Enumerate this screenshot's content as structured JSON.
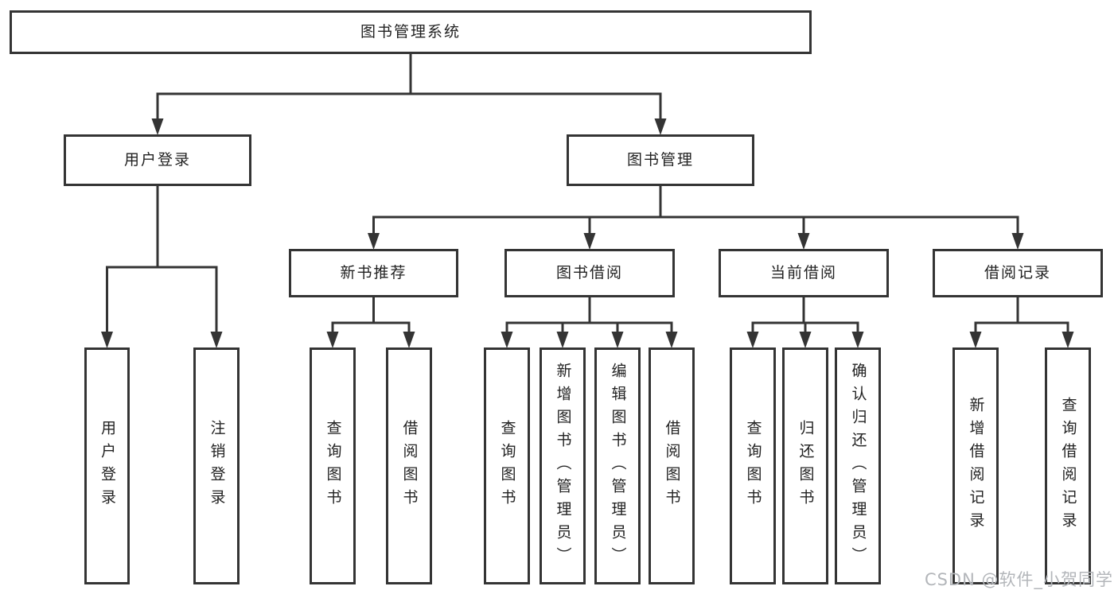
{
  "diagram": {
    "tree": {
      "id": "root",
      "label": "图书管理系统",
      "children": [
        {
          "id": "user-login-branch",
          "label": "用户登录",
          "children": [
            {
              "id": "login",
              "label": "用户登录",
              "orientation": "vertical"
            },
            {
              "id": "logout",
              "label": "注销登录",
              "orientation": "vertical"
            }
          ]
        },
        {
          "id": "book-mgmt",
          "label": "图书管理",
          "children": [
            {
              "id": "new-book-rec",
              "label": "新书推荐",
              "children": [
                {
                  "id": "nbr-query",
                  "label": "查询图书",
                  "orientation": "vertical"
                },
                {
                  "id": "nbr-borrow",
                  "label": "借阅图书",
                  "orientation": "vertical"
                }
              ]
            },
            {
              "id": "book-borrow",
              "label": "图书借阅",
              "children": [
                {
                  "id": "bb-query",
                  "label": "查询图书",
                  "orientation": "vertical"
                },
                {
                  "id": "bb-add",
                  "label": "新增图书（管理员）",
                  "orientation": "vertical"
                },
                {
                  "id": "bb-edit",
                  "label": "编辑图书（管理员）",
                  "orientation": "vertical"
                },
                {
                  "id": "bb-borrow",
                  "label": "借阅图书",
                  "orientation": "vertical"
                }
              ]
            },
            {
              "id": "current-borrow",
              "label": "当前借阅",
              "children": [
                {
                  "id": "cb-query",
                  "label": "查询图书",
                  "orientation": "vertical"
                },
                {
                  "id": "cb-return",
                  "label": "归还图书",
                  "orientation": "vertical"
                },
                {
                  "id": "cb-confirm",
                  "label": "确认归还（管理员）",
                  "orientation": "vertical"
                }
              ]
            },
            {
              "id": "borrow-records",
              "label": "借阅记录",
              "children": [
                {
                  "id": "br-add",
                  "label": "新增借阅记录",
                  "orientation": "vertical"
                },
                {
                  "id": "br-query",
                  "label": "查询借阅记录",
                  "orientation": "vertical"
                }
              ]
            }
          ]
        }
      ]
    }
  },
  "watermark": "CSDN @软件_小贺同学",
  "colors": {
    "line": "#343434",
    "border": "#343434",
    "text": "#222222",
    "watermark": "#b3b6ba",
    "background": "#ffffff"
  }
}
